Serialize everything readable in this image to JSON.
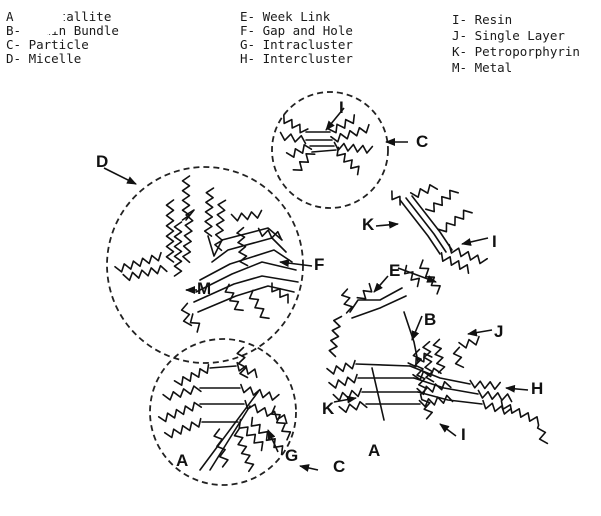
{
  "legend": {
    "col1": [
      "A- Crystallite",
      "B- Chain Bundle",
      "C- Particle",
      "D- Micelle"
    ],
    "col2": [
      "E- Week Link",
      "F- Gap and Hole",
      "G- Intracluster",
      "H- Intercluster"
    ],
    "col3": [
      "I- Resin",
      "J- Single Layer",
      "K- Petroporphyrin",
      "M- Metal"
    ]
  },
  "labels": {
    "I_top": "I",
    "C_top": "C",
    "D": "D",
    "F": "F",
    "M": "M",
    "K_upper": "K",
    "I_right": "I",
    "E": "E",
    "B": "B",
    "J": "J",
    "H": "H",
    "K_lower": "K",
    "A_right": "A",
    "I_lower": "I",
    "A_left": "A",
    "G": "G",
    "C_bottom": "C"
  }
}
